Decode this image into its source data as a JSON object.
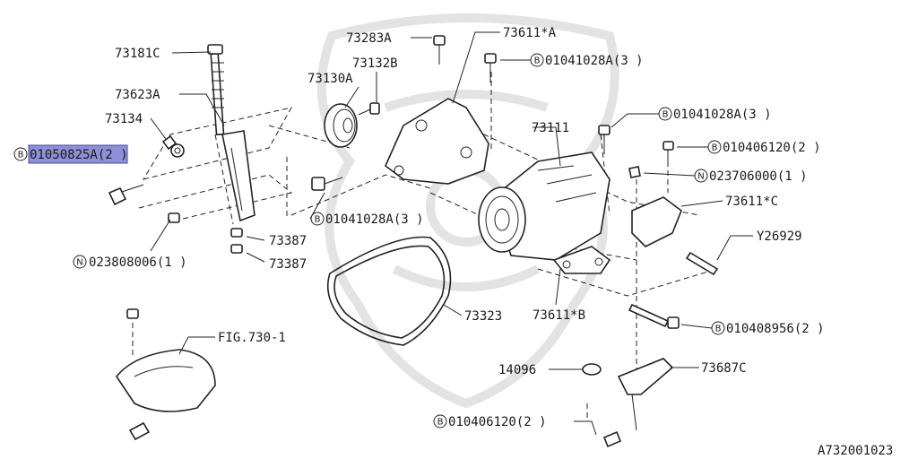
{
  "diagram": {
    "labels": {
      "l73181C": "73181C",
      "l73623A": "73623A",
      "l73134": "73134",
      "l01050825A": "01050825A(2 )",
      "l023808006": "023808006(1 )",
      "l73387a": "73387",
      "l73387b": "73387",
      "l73283A": "73283A",
      "l73132B": "73132B",
      "l73130A": "73130A",
      "l73611A": "73611*A",
      "l01041028A_top": "01041028A(3 )",
      "l73111": "73111",
      "l01041028A_right": "01041028A(3 )",
      "l010406120_top": "010406120(2 )",
      "l023706000": "023706000(1 )",
      "l73611C": "73611*C",
      "lY26929": "Y26929",
      "l01041028A_mid": "01041028A(3 )",
      "l73323": "73323",
      "l73611B": "73611*B",
      "l010408956": "010408956(2 )",
      "lFIG": "FIG.730-1",
      "l14096": "14096",
      "l73687C": "73687C",
      "l010406120_bot": "010406120(2 )",
      "lcode": "A732001023"
    },
    "circle_letters": {
      "B": "B",
      "N": "N"
    },
    "highlight_color": "#8f8fd8"
  }
}
